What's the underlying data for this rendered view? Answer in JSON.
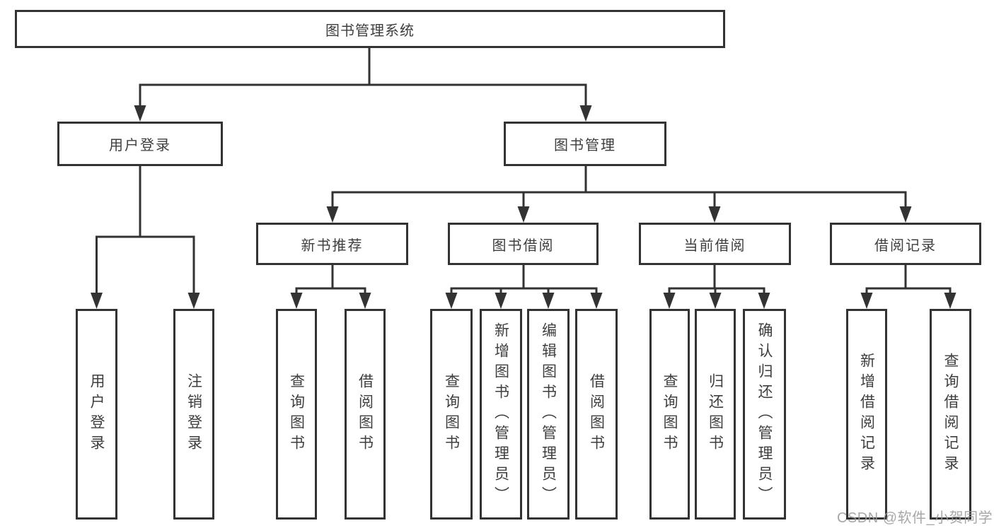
{
  "colors": {
    "line": "#333333",
    "box_border": "#333333",
    "text": "#3e3e3e",
    "background": "#ffffff",
    "watermark": "#9b9b9b"
  },
  "diagram": {
    "root": {
      "label": "图书管理系统"
    },
    "level2": [
      {
        "label": "用户登录"
      },
      {
        "label": "图书管理"
      }
    ],
    "level3": [
      {
        "label": "新书推荐"
      },
      {
        "label": "图书借阅"
      },
      {
        "label": "当前借阅"
      },
      {
        "label": "借阅记录"
      }
    ],
    "leaves": {
      "user_login": [
        {
          "label": "用户登录"
        },
        {
          "label": "注销登录"
        }
      ],
      "new_book_recommend": [
        {
          "label": "查询图书"
        },
        {
          "label": "借阅图书"
        }
      ],
      "book_borrow": [
        {
          "label": "查询图书"
        },
        {
          "label": "新增图书（管理员）"
        },
        {
          "label": "编辑图书（管理员）"
        },
        {
          "label": "借阅图书"
        }
      ],
      "current_borrow": [
        {
          "label": "查询图书"
        },
        {
          "label": "归还图书"
        },
        {
          "label": "确认归还（管理员）"
        }
      ],
      "borrow_record": [
        {
          "label": "新增借阅记录"
        },
        {
          "label": "查询借阅记录"
        }
      ]
    }
  },
  "watermark": {
    "text": "CSDN @软件_小贺同学"
  }
}
